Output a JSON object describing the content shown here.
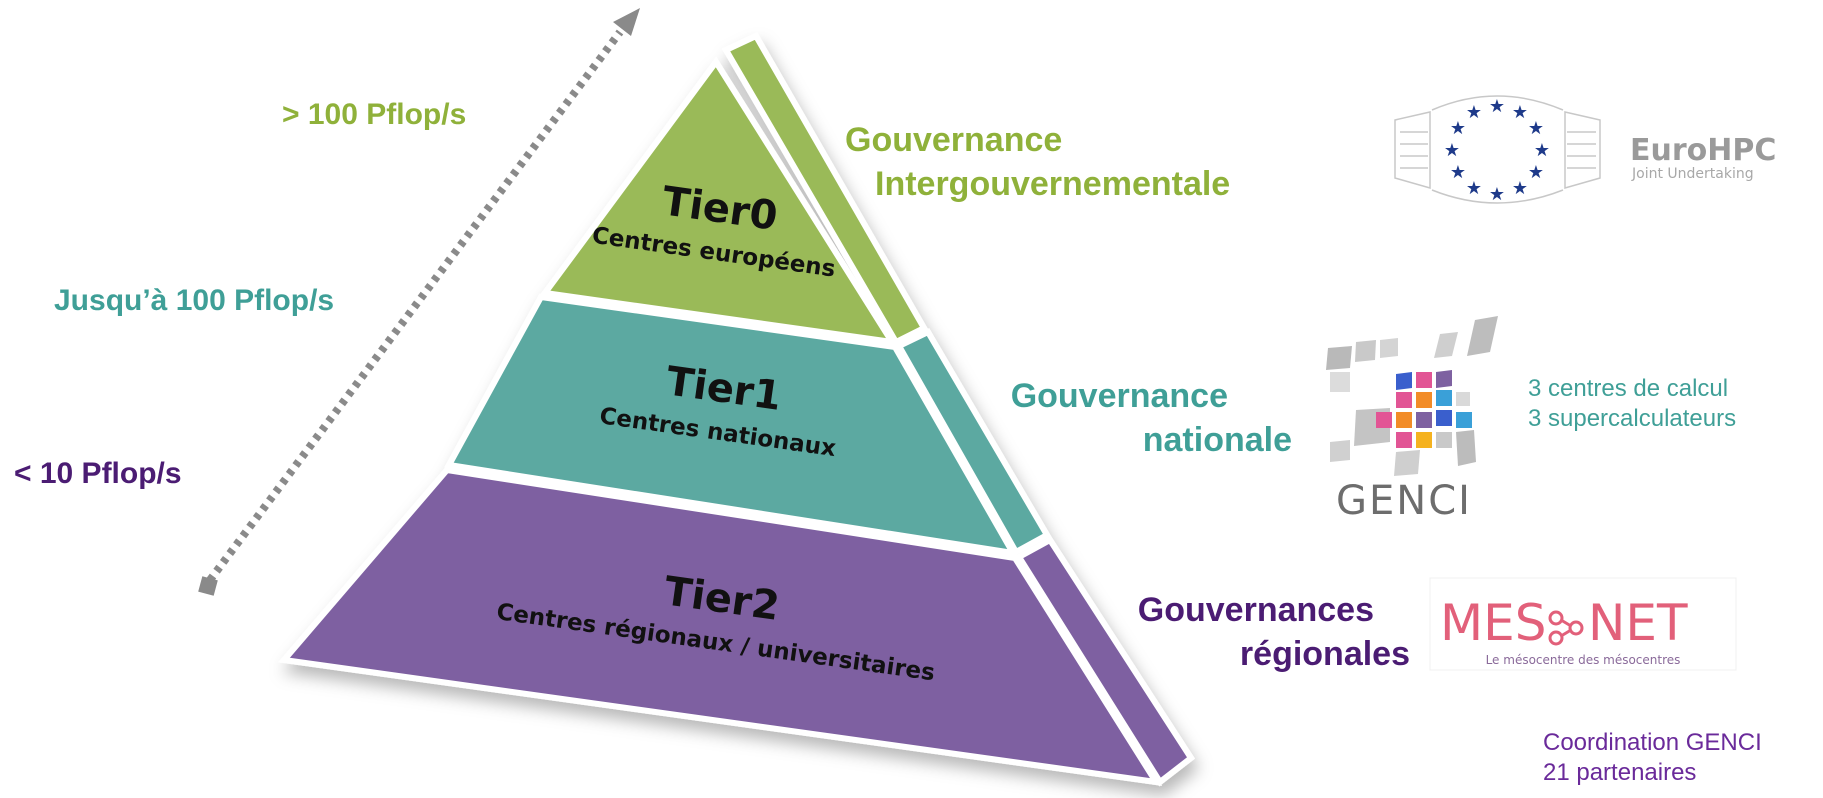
{
  "colors": {
    "green": "#9aba59",
    "teal": "#5ba9a1",
    "purple": "#7e61a1",
    "green_text": "#8fb13a",
    "teal_text": "#3f9f97",
    "purple_text": "#4b1c73",
    "gray": "#808080",
    "mesonet_pink": "#e2607a"
  },
  "arrow": {
    "direction": "bidirectional",
    "style": "dotted"
  },
  "performance": {
    "top": "> 100 Pflop/s",
    "middle": "Jusqu’à 100 Pflop/s",
    "bottom": "< 10 Pflop/s"
  },
  "tiers": [
    {
      "name": "Tier0",
      "subtitle": "Centres européens"
    },
    {
      "name": "Tier1",
      "subtitle": "Centres nationaux"
    },
    {
      "name": "Tier2",
      "subtitle": "Centres régionaux / universitaires"
    }
  ],
  "governance": {
    "tier0": [
      "Gouvernance",
      "Intergouvernementale"
    ],
    "tier1": [
      "Gouvernance",
      "nationale"
    ],
    "tier2": [
      "Gouvernances",
      "régionales"
    ]
  },
  "logos": {
    "eurohpc": {
      "name": "EuroHPC",
      "tagline": "Joint Undertaking",
      "icon": "eu-stars-circle-icon"
    },
    "genci": {
      "name": "GENCI",
      "icon": "genci-mosaic-icon"
    },
    "mesonet": {
      "name_left": "MES",
      "name_right": "NET",
      "tagline": "Le mésocentre des mésocentres",
      "icon": "share-nodes-icon"
    }
  },
  "notes": {
    "genci": [
      "3 centres de calcul",
      "3 supercalculateurs"
    ],
    "mesonet": [
      "Coordination GENCI",
      "21 partenaires"
    ]
  }
}
